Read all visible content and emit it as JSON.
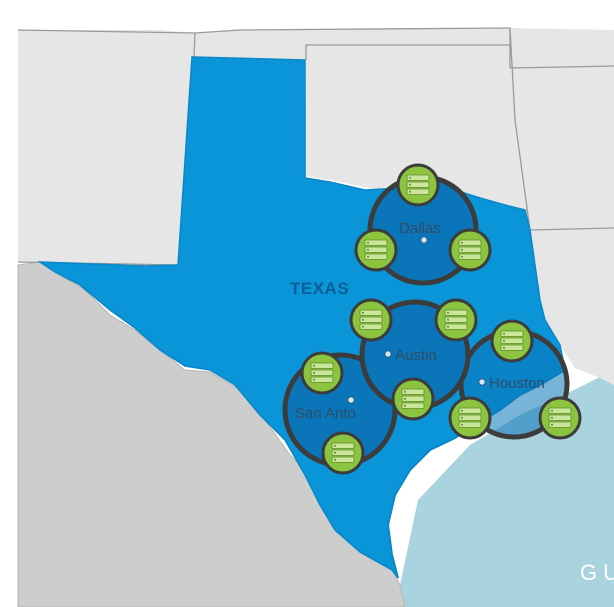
{
  "map": {
    "state_label": "TEXAS",
    "water_label": "GU",
    "cities": [
      {
        "name": "Dallas"
      },
      {
        "name": "Austin"
      },
      {
        "name": "Houston"
      },
      {
        "name": "San Anto"
      }
    ],
    "colors": {
      "state_fill": "#0a95d8",
      "state_outline": "#0a87c6",
      "cluster_fill": "#0a75b8",
      "cluster_stroke": "#3c3c3c",
      "neighbor_state": "#e6e6e6",
      "mexico": "#cdcdcd",
      "gulf": "#a9d3df",
      "server_icon": "#8cc43f",
      "border_lines": "#9a9a9a"
    },
    "server_icon_name": "server-icon"
  }
}
